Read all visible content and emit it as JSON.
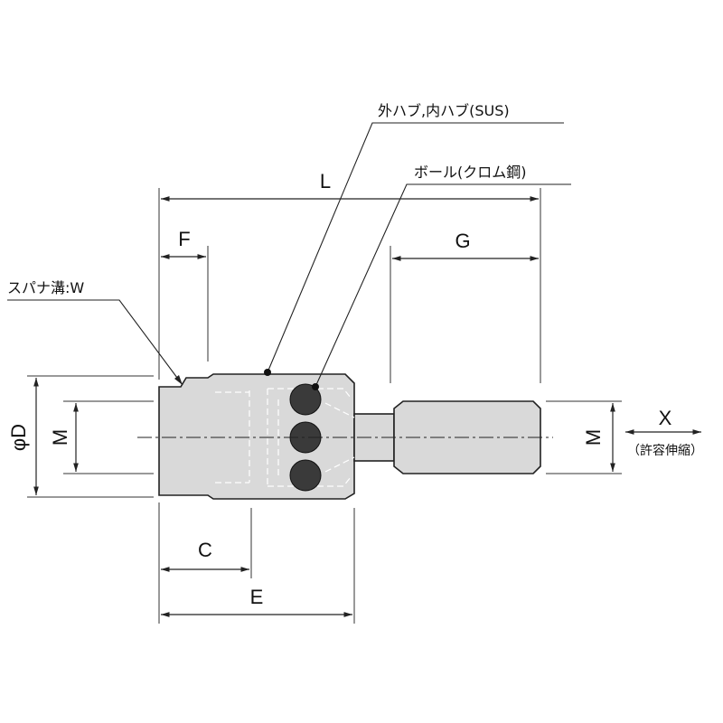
{
  "labels": {
    "outer_inner_hub": "外ハブ,内ハブ(SUS)",
    "ball": "ボール(クロム鋼)",
    "spanner_groove": "スパナ溝:W",
    "allowable_stretch": "（許容伸縮）"
  },
  "dimensions": {
    "L": "L",
    "F": "F",
    "G": "G",
    "phiD": "φD",
    "M_left": "M",
    "M_right": "M",
    "X": "X",
    "C": "C",
    "E": "E"
  }
}
